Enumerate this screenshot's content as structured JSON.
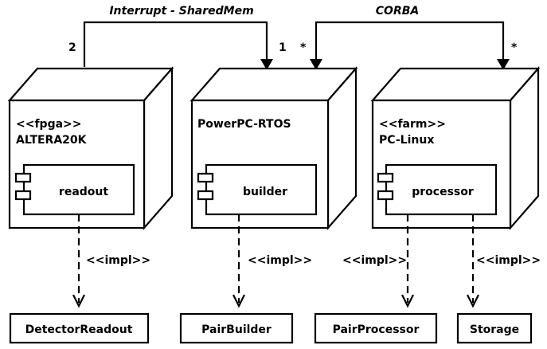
{
  "connections": [
    {
      "label": "Interrupt - SharedMem",
      "end_a_multiplicity": "2",
      "end_b_multiplicity": "1"
    },
    {
      "label": "CORBA",
      "end_a_multiplicity": "*",
      "end_b_multiplicity": "*"
    }
  ],
  "nodes": [
    {
      "stereotype": "<<fpga>>",
      "name": "ALTERA20K",
      "component": "readout"
    },
    {
      "stereotype": "",
      "name": "PowerPC-RTOS",
      "component": "builder"
    },
    {
      "stereotype": "<<farm>>",
      "name": "PC-Linux",
      "component": "processor"
    }
  ],
  "dependencies": [
    {
      "label": "<<impl>>",
      "target": "DetectorReadout"
    },
    {
      "label": "<<impl>>",
      "target": "PairBuilder"
    },
    {
      "label": "<<impl>>",
      "target": "PairProcessor"
    },
    {
      "label": "<<impl>>",
      "target": "Storage"
    }
  ]
}
